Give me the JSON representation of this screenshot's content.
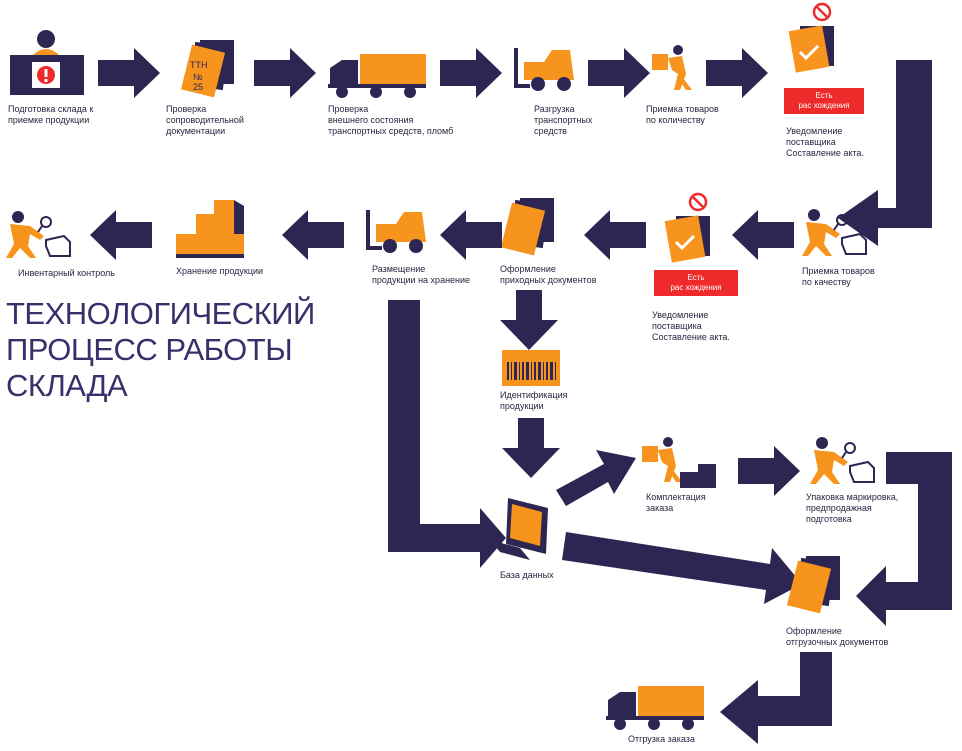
{
  "title": "ТЕХНОЛОГИЧЕСКИЙ\nПРОЦЕСС РАБОТЫ\nСКЛАДА",
  "colors": {
    "arrow": "#2e2652",
    "accent": "#f7941d",
    "alert": "#ee2a2a"
  },
  "steps": {
    "warehouse_prep": "Подготовка склада к\nприемке продукции",
    "doc_check": "Проверка\nсопроводительной\nдокументации",
    "vehicle_check": "Проверка\nвнешнего состояния\nтранспортных средств, пломб",
    "unloading": "Разгрузка\nтранспортных\nсредств",
    "quantity_accept": "Приемка товаров\nпо количеству",
    "supplier_notice_1": "Уведомление\nпоставщика\nСоставление акта.",
    "quality_accept": "Приемка товаров\nпо качеству",
    "supplier_notice_2": "Уведомление\nпоставщика\nСоставление акта.",
    "incoming_docs": "Оформление\nприходных документов",
    "placement": "Размещение\nпродукции на хранение",
    "storage": "Хранение продукции",
    "inventory": "Инвентарный контроль",
    "identification": "Идентификация\nпродукции",
    "picking": "Комплектация\nзаказа",
    "packing": "Упаковка маркировка,\nпредпродажная\nподготовка",
    "database": "База данных",
    "shipping_docs": "Оформление\nотгрузочных документов",
    "shipment": "Отгрузка заказа"
  },
  "badges": {
    "discrepancy_1": "Есть\nрас хождения",
    "discrepancy_2": "Есть\nрас хождения"
  },
  "icon_text": {
    "ttn_doc": "ТТН\n№\n25"
  },
  "icons": {
    "warehouse_prep": "receptionist-desk-icon",
    "doc_check": "documents-icon",
    "vehicle_check": "truck-icon",
    "unloading": "forklift-icon",
    "quantity_accept": "porter-carrying-box-icon",
    "supplier_notice": "document-checkmark-prohibited-icon",
    "quality_accept": "inspector-magnifier-icon",
    "incoming_docs": "documents-icon",
    "placement": "forklift-icon",
    "storage": "stairs-blocks-icon",
    "inventory": "inspector-magnifier-icon",
    "identification": "barcode-icon",
    "picking": "porter-stairs-icon",
    "packing": "worker-box-icon",
    "database": "computer-icon",
    "shipping_docs": "documents-icon",
    "shipment": "truck-icon"
  }
}
